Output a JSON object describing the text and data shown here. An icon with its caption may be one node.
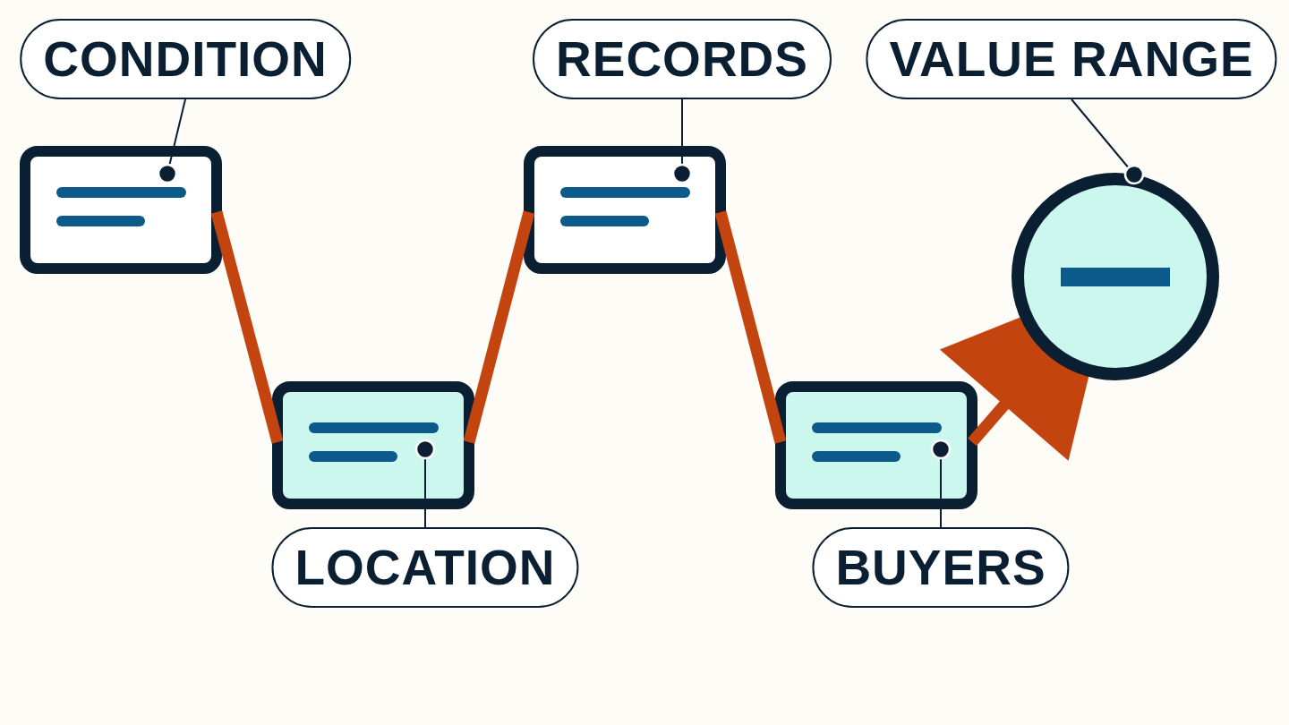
{
  "diagram": {
    "nodes": [
      {
        "text": [
          "CONDITION"
        ]
      },
      {
        "text": [],
        "shape": "box"
      },
      {
        "text": [],
        "shape": "box"
      },
      {
        "text": [
          "LOCATION"
        ]
      },
      {
        "text": [
          "RECORDS"
        ]
      },
      {
        "text": [],
        "shape": "box"
      },
      {
        "text": [],
        "shape": "box"
      },
      {
        "text": [
          "BUYERS"
        ]
      },
      {
        "text": [
          "VALUE RANGE"
        ]
      },
      {
        "text": [],
        "shape": "circle"
      }
    ],
    "edges": [
      {
        "from": 0,
        "to": 1,
        "arrow": "other"
      },
      {
        "from": 1,
        "to": 2,
        "arrow": "none",
        "style": "thick",
        "color": "#c4440f"
      },
      {
        "from": 3,
        "to": 2,
        "arrow": "other"
      },
      {
        "from": 2,
        "to": 5,
        "arrow": "none",
        "style": "thick",
        "color": "#c4440f"
      },
      {
        "from": 4,
        "to": 5,
        "arrow": "other"
      },
      {
        "from": 5,
        "to": 6,
        "arrow": "none",
        "style": "thick",
        "color": "#c4440f"
      },
      {
        "from": 7,
        "to": 6,
        "arrow": "other"
      },
      {
        "from": 6,
        "to": 9,
        "arrow": "to",
        "style": "thick",
        "color": "#c4440f"
      },
      {
        "from": 8,
        "to": 9,
        "arrow": "other"
      }
    ]
  }
}
